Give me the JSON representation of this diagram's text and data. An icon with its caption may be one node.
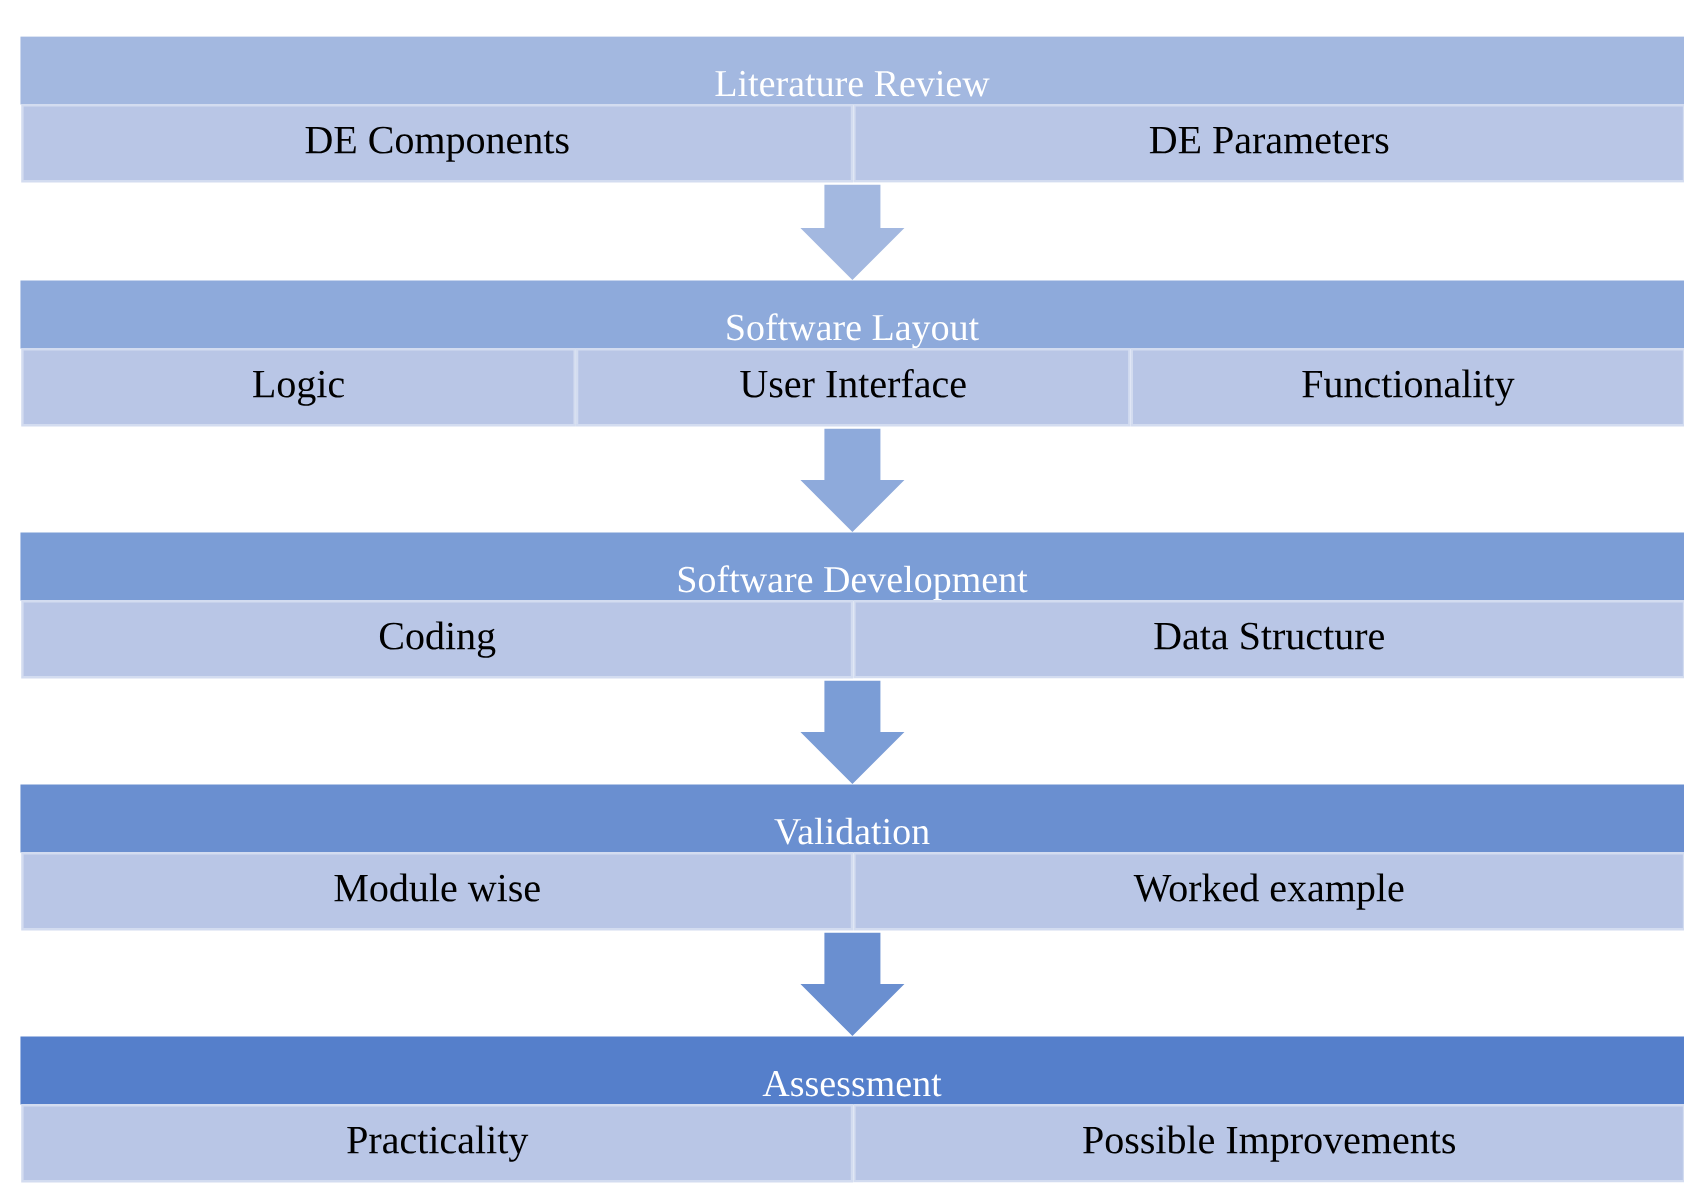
{
  "diagram": {
    "nodes": [
      {
        "text": [
          "Literature Review"
        ]
      },
      {
        "text": [
          "DE Components"
        ]
      },
      {
        "text": [
          "DE Parameters"
        ]
      },
      {
        "text": [
          "Software Layout"
        ]
      },
      {
        "text": [
          "Logic"
        ]
      },
      {
        "text": [
          "User Interface"
        ]
      },
      {
        "text": [
          "Functionality"
        ]
      },
      {
        "text": [
          "Software Development"
        ]
      },
      {
        "text": [
          "Coding"
        ]
      },
      {
        "text": [
          "Data Structure"
        ]
      },
      {
        "text": [
          "Validation"
        ]
      },
      {
        "text": [
          "Module wise"
        ]
      },
      {
        "text": [
          "Worked example"
        ]
      },
      {
        "text": [
          "Assessment"
        ]
      },
      {
        "text": [
          "Practicality"
        ]
      },
      {
        "text": [
          "Possible Improvements"
        ]
      }
    ],
    "edges": [
      {
        "from": 0,
        "to": 3,
        "arrow": "to",
        "color": "#a3b8e0"
      },
      {
        "from": 3,
        "to": 7,
        "arrow": "to",
        "color": "#8eaadb"
      },
      {
        "from": 7,
        "to": 10,
        "arrow": "to",
        "color": "#7b9dd6"
      },
      {
        "from": 10,
        "to": 13,
        "arrow": "to",
        "color": "#6a8fd0"
      }
    ]
  }
}
